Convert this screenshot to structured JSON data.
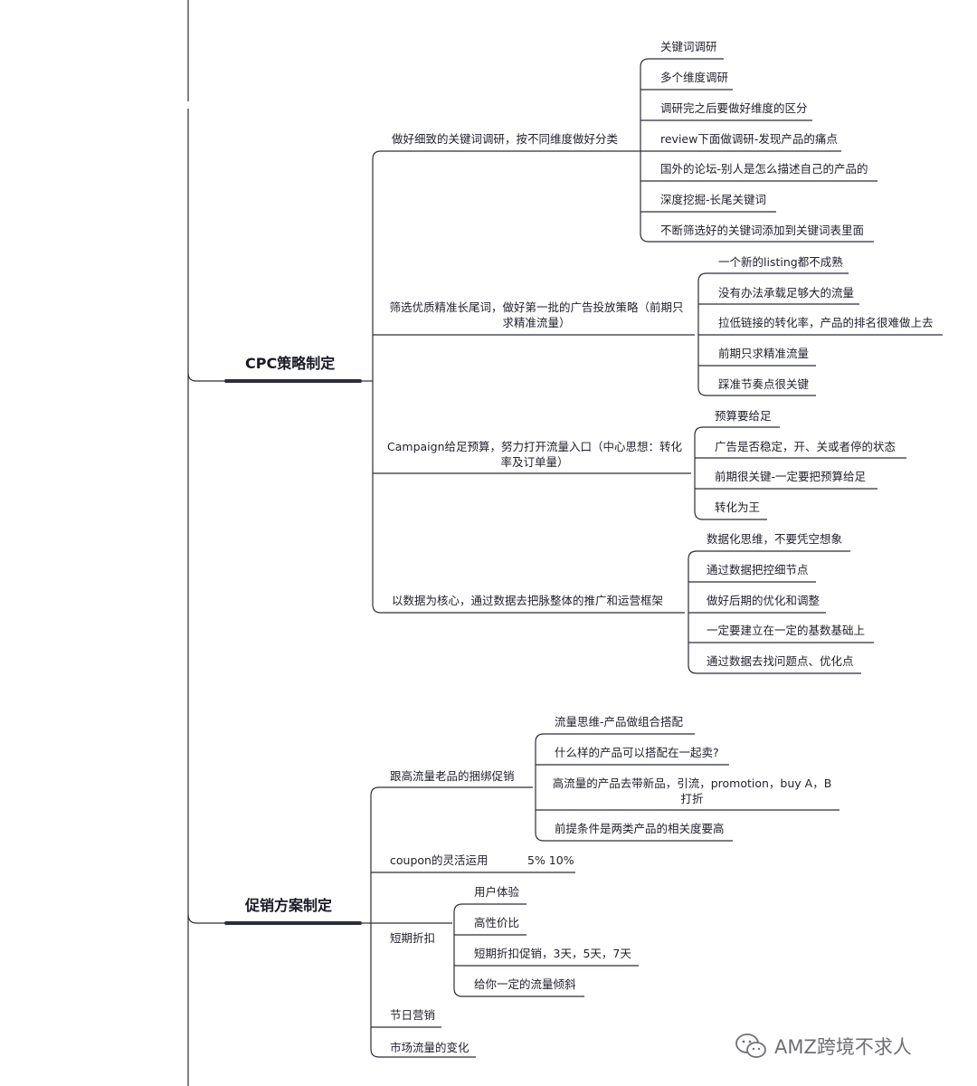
{
  "mindmap": {
    "branches": [
      {
        "title": "CPC策略制定",
        "children": [
          {
            "label": "做好细致的关键词调研，按不同维度做好分类",
            "children": [
              "关键词调研",
              "多个维度调研",
              "调研完之后要做好维度的区分",
              "review下面做调研-发现产品的痛点",
              "国外的论坛-别人是怎么描述自己的产品的",
              "深度挖掘-长尾关键词",
              "不断筛选好的关键词添加到关键词表里面"
            ]
          },
          {
            "label": "筛选优质精准长尾词，做好第一批的广告投放策略（前期只求精准流量）",
            "children": [
              "一个新的listing都不成熟",
              "没有办法承载足够大的流量",
              "拉低链接的转化率，产品的排名很难做上去",
              "前期只求精准流量",
              "踩准节奏点很关键"
            ]
          },
          {
            "label": "Campaign给足预算，努力打开流量入口（中心思想：转化率及订单量）",
            "children": [
              "预算要给足",
              "广告是否稳定，开、关或者停的状态",
              "前期很关键-一定要把预算给足",
              "转化为王"
            ]
          },
          {
            "label": "以数据为核心，通过数据去把脉整体的推广和运营框架",
            "children": [
              "数据化思维，不要凭空想象",
              "通过数据把控细节点",
              "做好后期的优化和调整",
              "一定要建立在一定的基数基础上",
              "通过数据去找问题点、优化点"
            ]
          }
        ]
      },
      {
        "title": "促销方案制定",
        "children": [
          {
            "label": "跟高流量老品的捆绑促销",
            "children": [
              "流量思维-产品做组合搭配",
              "什么样的产品可以搭配在一起卖?",
              "高流量的产品去带新品，引流，promotion，buy A，B打折",
              "前提条件是两类产品的相关度要高"
            ]
          },
          {
            "label": "coupon的灵活运用",
            "children": [
              "5% 10%"
            ]
          },
          {
            "label": "短期折扣",
            "children": [
              "用户体验",
              "高性价比",
              "短期折扣促销，3天，5天，7天",
              "给你一定的流量倾斜"
            ]
          },
          {
            "label": "节日营销",
            "children": []
          },
          {
            "label": "市场流量的变化",
            "children": []
          }
        ]
      }
    ]
  },
  "watermark": {
    "text": "AMZ跨境不求人",
    "icon": "wechat-icon"
  },
  "colors": {
    "line": "#2b2d3a",
    "text": "#222230",
    "watermark": "#6f6f74"
  }
}
